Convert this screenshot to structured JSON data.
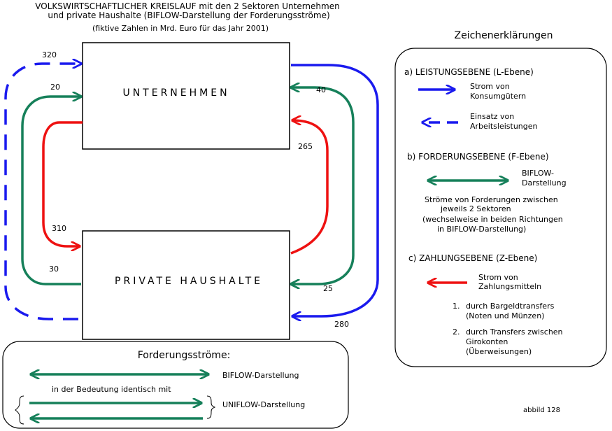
{
  "title": {
    "line1": "VOLKSWIRTSCHAFTLICHER KREISLAUF mit den 2 Sektoren Unternehmen",
    "line2": "und private Haushalte (BIFLOW-Darstellung der Forderungsströme)",
    "line3": "(fiktive Zahlen in Mrd. Euro für das Jahr 2001)"
  },
  "boxes": {
    "unternehmen": "UNTERNEHMEN",
    "haushalte": "PRIVATE HAUSHALTE"
  },
  "flows": {
    "arbeit_320": "320",
    "ford_20": "20",
    "ford_40": "40",
    "zahl_265": "265",
    "zahl_310": "310",
    "ford_30": "30",
    "ford_25": "25",
    "konsum_280": "280"
  },
  "legend": {
    "title": "Zeichenerklärungen",
    "a_heading": "a) LEISTUNGSEBENE (L-Ebene)",
    "a1_line1": "Strom von",
    "a1_line2": "Konsumgütern",
    "a2_line1": "Einsatz von",
    "a2_line2": "Arbeitsleistungen",
    "b_heading": "b) FORDERUNGSEBENE (F-Ebene)",
    "b1_line1": "BIFLOW-",
    "b1_line2": "Darstellung",
    "b_desc1": "Ströme von Forderungen zwischen",
    "b_desc2": "jeweils 2 Sektoren",
    "b_desc3": "(wechselweise in beiden Richtungen",
    "b_desc4": "in BIFLOW-Darstellung)",
    "c_heading": "c) ZAHLUNGSEBENE (Z-Ebene)",
    "c1_line1": "Strom von",
    "c1_line2": "Zahlungsmitteln",
    "c_item1_num": "1.",
    "c_item1_line1": "durch Bargeldtransfers",
    "c_item1_line2": "(Noten und Münzen)",
    "c_item2_num": "2.",
    "c_item2_line1": "durch Transfers zwischen",
    "c_item2_line2": "Girokonten",
    "c_item2_line3": "(Überweisungen)"
  },
  "bottom": {
    "title": "Forderungsströme:",
    "biflow": "BIFLOW-Darstellung",
    "identisch": "in der Bedeutung identisch mit",
    "uniflow": "UNIFLOW-Darstellung"
  },
  "footer": "abbild 128",
  "colors": {
    "blue": "#1a1aee",
    "green": "#16805a",
    "red": "#ee1111"
  }
}
